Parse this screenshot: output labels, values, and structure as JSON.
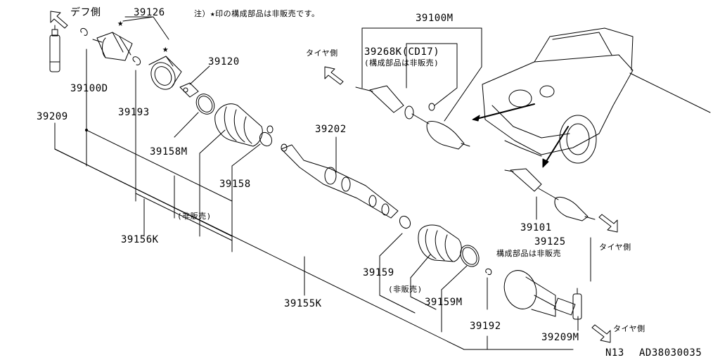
{
  "colors": {
    "ink": "#000000",
    "paper": "#ffffff"
  },
  "directions": {
    "diff_side": "デフ側",
    "tire_side_1": "タイヤ側",
    "tire_side_2": "タイヤ側",
    "tire_side_3": "タイヤ側"
  },
  "note": "注）★印の構成部品は非販売です。",
  "star_marks": [
    "★",
    "★"
  ],
  "parts": {
    "p39126": "39126",
    "p39100M": "39100M",
    "p39268K": "39268K(CD17)",
    "p39268K_note": "(構成部品は非販売)",
    "p39120": "39120",
    "p39100D": "39100D",
    "p39193": "39193",
    "p39209": "39209",
    "p39158M": "39158M",
    "p39202": "39202",
    "p39158": "39158",
    "not_for_sale_1": "(非販売)",
    "p39156K": "39156K",
    "p39101": "39101",
    "p39125": "39125",
    "p39125_note": "構成部品は非販売",
    "p39159": "39159",
    "not_for_sale_2": "(非販売)",
    "p39159M": "39159M",
    "p39155K": "39155K",
    "p39192": "39192",
    "p39209M": "39209M"
  },
  "footer": {
    "page": "N13",
    "code": "AD38030035"
  }
}
